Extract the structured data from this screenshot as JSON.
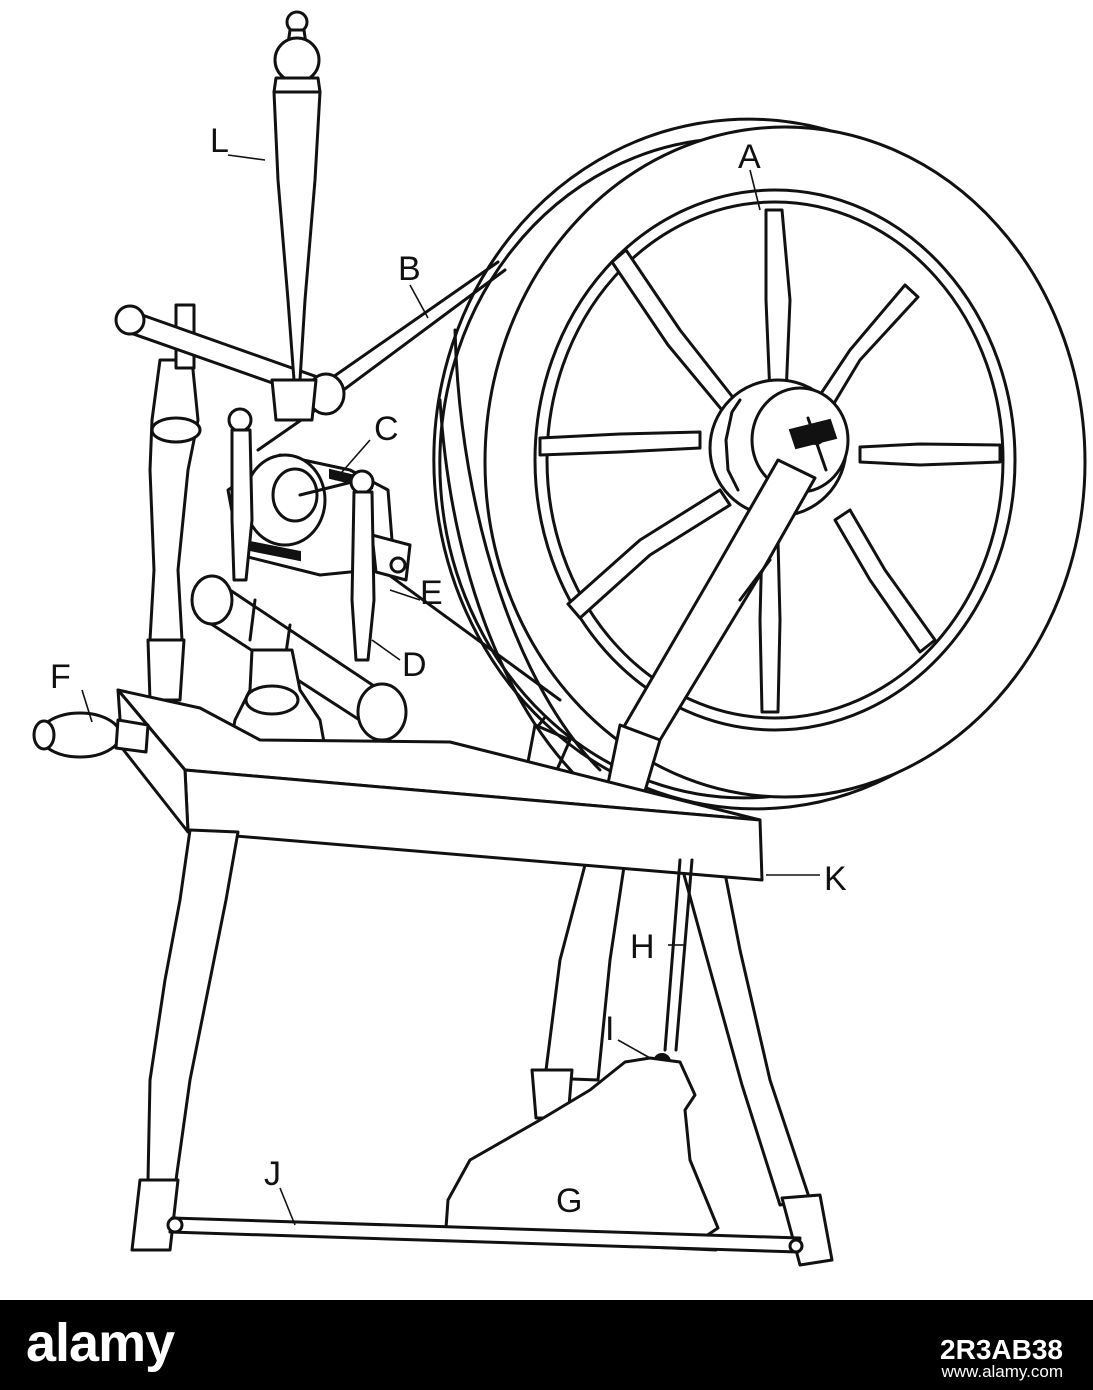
{
  "labels": {
    "A": "A",
    "B": "B",
    "C": "C",
    "D": "D",
    "E": "E",
    "F": "F",
    "G": "G",
    "H": "H",
    "I": "I",
    "J": "J",
    "K": "K",
    "L": "L"
  },
  "footer": {
    "brand": "alamy",
    "image_id": "2R3AB38",
    "url": "www.alamy.com"
  }
}
